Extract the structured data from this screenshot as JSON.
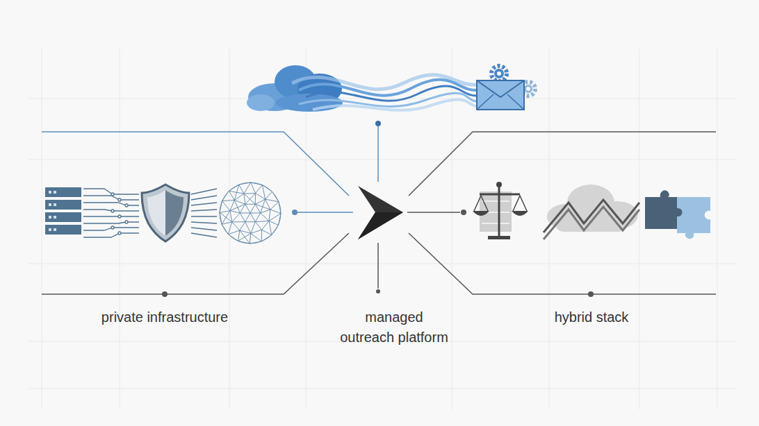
{
  "diagram": {
    "labels": [
      "private infrastructure",
      "managed outreach platform",
      "hybrid stack"
    ]
  }
}
